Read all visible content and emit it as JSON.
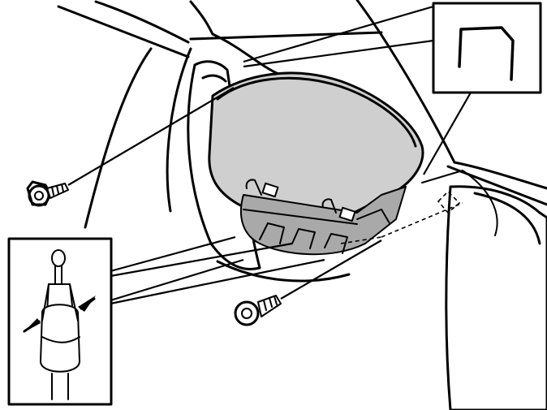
{
  "figure": {
    "colors": {
      "line": "#000000",
      "background": "#ffffff",
      "compartment_fill": "#cfcfcf",
      "dark_fill": "#a9a9a9"
    },
    "components": [
      "dashboard-panel",
      "storage-compartment",
      "retaining-clip",
      "upper-screw",
      "lower-screw",
      "detail-inset-compartment-edge",
      "detail-inset-clip-squeeze"
    ]
  }
}
